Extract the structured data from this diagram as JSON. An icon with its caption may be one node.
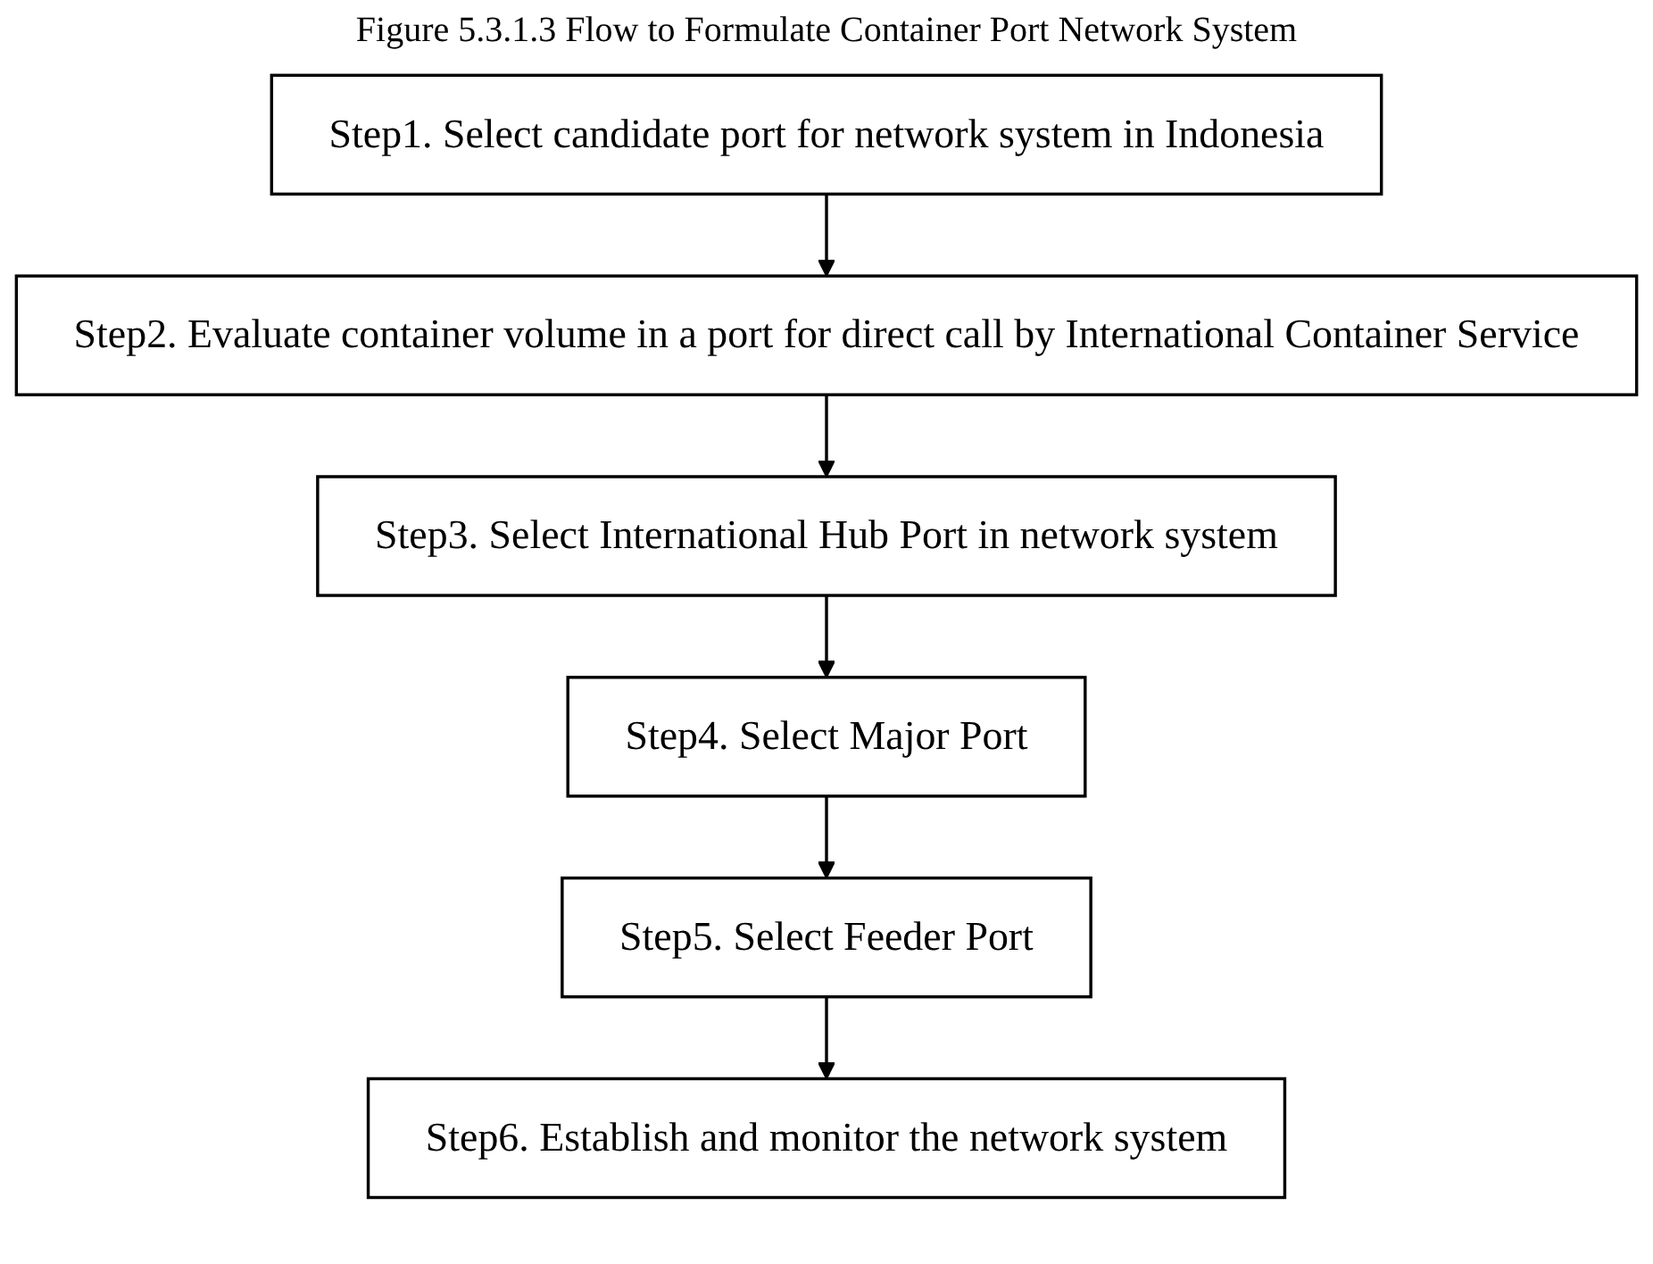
{
  "diagram": {
    "title": "Figure 5.3.1.3 Flow to Formulate Container Port Network System",
    "nodes": [
      {
        "text": [
          "Step1. Select candidate port for network system in Indonesia"
        ]
      },
      {
        "text": [
          "Step2. Evaluate container volume in a port for direct call by International Container Service"
        ]
      },
      {
        "text": [
          "Step3. Select International Hub Port in network system"
        ]
      },
      {
        "text": [
          "Step4. Select Major Port"
        ]
      },
      {
        "text": [
          "Step5. Select Feeder Port"
        ]
      },
      {
        "text": [
          "Step6. Establish and monitor the network system"
        ]
      }
    ],
    "edges": [
      {
        "from": 0,
        "to": 1,
        "arrow": "to"
      },
      {
        "from": 1,
        "to": 2,
        "arrow": "to"
      },
      {
        "from": 2,
        "to": 3,
        "arrow": "to"
      },
      {
        "from": 3,
        "to": 4,
        "arrow": "to"
      },
      {
        "from": 4,
        "to": 5,
        "arrow": "to"
      }
    ]
  }
}
